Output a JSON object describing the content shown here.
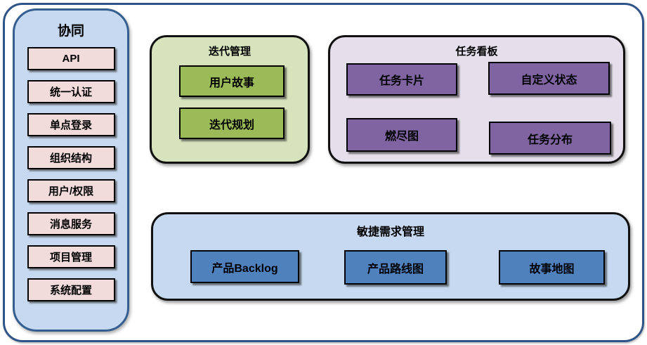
{
  "colors": {
    "frame-border": "#2f5488",
    "sidebar-bg": "#c6d9f0",
    "sidebar-border": "#365f91",
    "sidebar-item-bg": "#f2dcdb",
    "iteration-panel-bg": "#d6e3bc",
    "iteration-item-bg": "#9bbb59",
    "taskboard-panel-bg": "#e5dfec",
    "taskboard-item-bg": "#8064a2",
    "agile-panel-bg": "#c6d9f0",
    "agile-item-bg": "#4f81bd"
  },
  "sidebar": {
    "title": "协同",
    "items": [
      "API",
      "统一认证",
      "单点登录",
      "组织结构",
      "用户/权限",
      "消息服务",
      "项目管理",
      "系统配置"
    ]
  },
  "panels": {
    "iteration": {
      "title": "迭代管理",
      "items": [
        "用户故事",
        "迭代规划"
      ]
    },
    "taskboard": {
      "title": "任务看板",
      "items": [
        "任务卡片",
        "自定义状态",
        "燃尽图",
        "任务分布"
      ]
    },
    "agile": {
      "title": "敏捷需求管理",
      "items": [
        "产品Backlog",
        "产品路线图",
        "故事地图"
      ]
    }
  }
}
